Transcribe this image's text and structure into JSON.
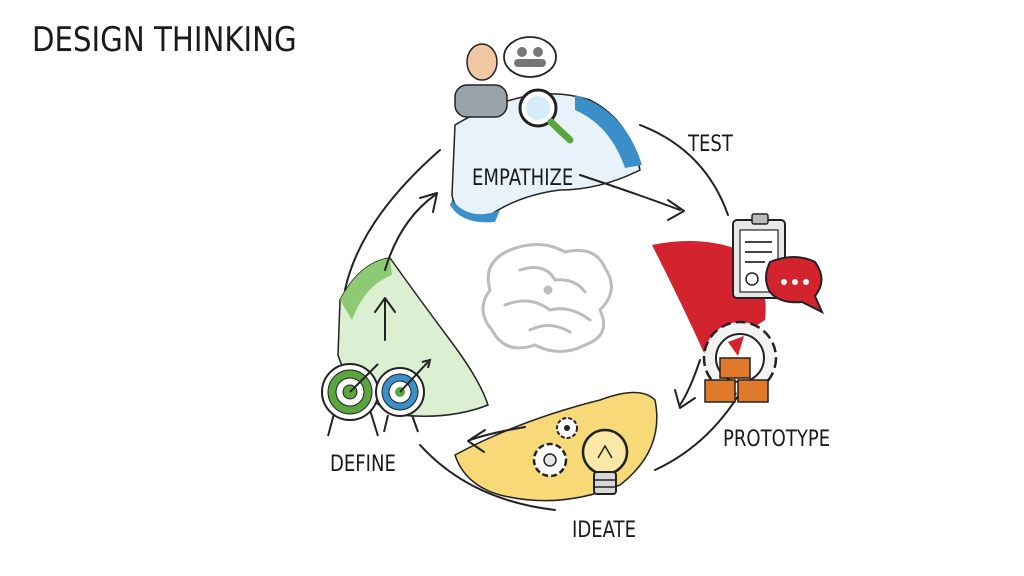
{
  "title": "DESIGN THINKING",
  "stages": {
    "empathize": "EMPATHIZE",
    "test": "TEST",
    "prototype": "PROTOTYPE",
    "ideate": "IDEATE",
    "define": "DEFINE"
  },
  "colors": {
    "empathize": "#3b8fc8",
    "test": "#d2232f",
    "prototype": "#e07a2a",
    "ideate": "#f2c44e",
    "define": "#8dca73",
    "line": "#222222"
  },
  "icons": {
    "empathize": [
      "person-icon",
      "speech-bubble-group-icon",
      "magnifier-icon"
    ],
    "test": [
      "clipboard-checklist-icon",
      "chat-bubble-icon"
    ],
    "prototype": [
      "gear-icon",
      "boxes-icon"
    ],
    "ideate": [
      "gears-icon",
      "lightbulb-icon"
    ],
    "define": [
      "target-icon",
      "target-arrow-icon"
    ],
    "center": "brain-icon"
  }
}
